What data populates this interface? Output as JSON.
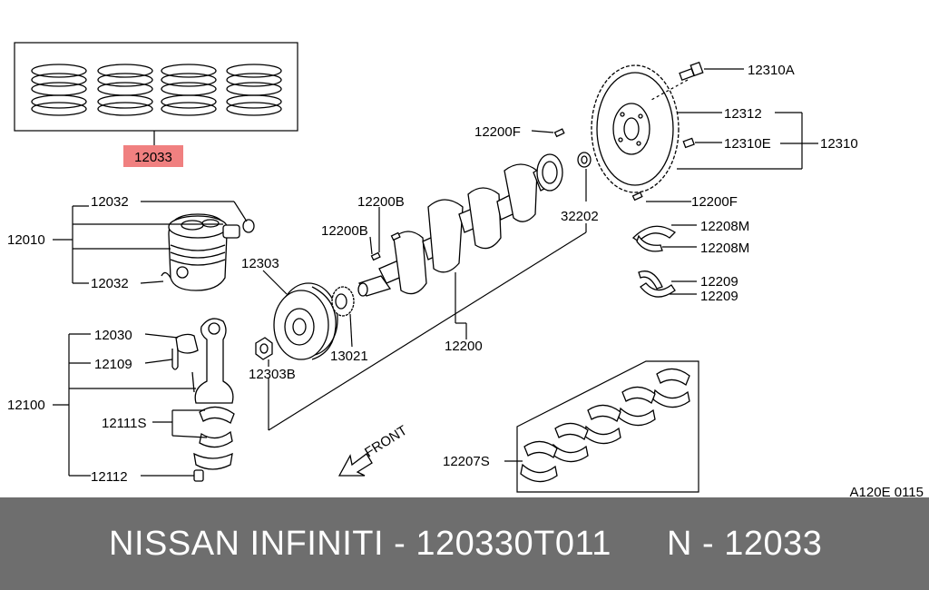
{
  "diagram": {
    "labels": {
      "rings_set": "12033",
      "snap_ring_top": "12032",
      "snap_ring_bottom": "12032",
      "piston": "12010",
      "rod_bushing": "12030",
      "rod_bolt": "12109",
      "con_rod": "12100",
      "rod_bearing": "12111S",
      "rod_nut": "12112",
      "pulley": "12303",
      "pulley_bolt": "12303B",
      "sprocket": "13021",
      "crankshaft": "12200",
      "key_b_upper": "12200B",
      "key_b_lower": "12200B",
      "key_f_upper": "12200F",
      "key_f_lower": "12200F",
      "pilot_bushing": "32202",
      "flywheel_bolt": "12310A",
      "flywheel_gear": "12312",
      "flywheel_e": "12310E",
      "flywheel": "12310",
      "thrust_m_upper": "12208M",
      "thrust_m_lower": "12208M",
      "thrust_upper": "12209",
      "thrust_lower": "12209",
      "main_bearing": "12207S",
      "front": "FRONT",
      "drawing_code": "A120E 0115"
    },
    "highlight_color": "#f08080"
  },
  "footer": {
    "brand": "NISSAN  INFINITI - 120330T011",
    "part": "N - 12033",
    "background": "#6e6e6e"
  }
}
